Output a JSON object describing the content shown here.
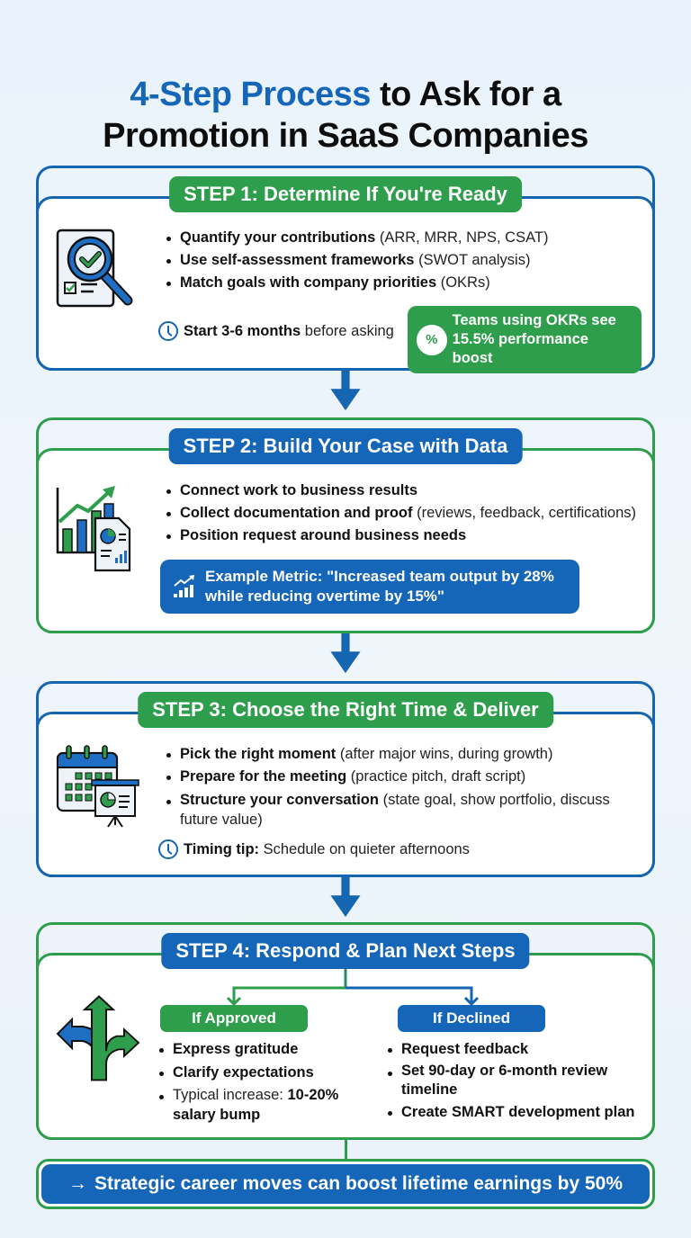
{
  "title": {
    "accent": "4-Step Process",
    "rest_line1": " to Ask for a",
    "line2": "Promotion in SaaS Companies"
  },
  "colors": {
    "blue": "#1565b8",
    "green": "#2e9e4c",
    "background": "#eaf3fb"
  },
  "steps": [
    {
      "label": "STEP 1: Determine If You're Ready",
      "icon": "magnifier-checklist-icon",
      "bullets": [
        {
          "bold": "Quantify your contributions",
          "light": " (ARR, MRR, NPS, CSAT)"
        },
        {
          "bold": "Use self-assessment frameworks",
          "light": " (SWOT analysis)"
        },
        {
          "bold": "Match goals with company priorities",
          "light": " (OKRs)"
        }
      ],
      "note": {
        "icon": "clock-icon",
        "bold": "Start 3-6 months",
        "light": " before asking"
      },
      "stat": {
        "icon": "percent-badge-icon",
        "line1": "Teams using OKRs see",
        "line2": "15.5% performance boost"
      }
    },
    {
      "label": "STEP 2: Build Your Case with Data",
      "icon": "growth-chart-report-icon",
      "bullets": [
        {
          "bold": "Connect work to business results",
          "light": ""
        },
        {
          "bold": "Collect documentation and proof",
          "light": " (reviews, feedback, certifications)"
        },
        {
          "bold": "Position request around business needs",
          "light": ""
        }
      ],
      "metric": {
        "icon": "trend-bars-icon",
        "line1": "Example Metric: \"Increased team output by 28%",
        "line2": "while reducing overtime by 15%\""
      }
    },
    {
      "label": "STEP 3: Choose the Right Time & Deliver",
      "icon": "calendar-presentation-icon",
      "bullets": [
        {
          "bold": "Pick the right moment",
          "light": " (after major wins, during growth)"
        },
        {
          "bold": "Prepare for the meeting",
          "light": " (practice pitch, draft script)"
        },
        {
          "bold": "Structure your conversation",
          "light": " (state goal, show portfolio, discuss future value)"
        }
      ],
      "note": {
        "icon": "clock-icon",
        "bold": "Timing tip:",
        "light": " Schedule on quieter afternoons"
      }
    },
    {
      "label": "STEP 4: Respond & Plan Next Steps",
      "icon": "split-arrows-icon",
      "approved": {
        "label": "If Approved",
        "items": [
          {
            "light": "",
            "bold": "Express gratitude"
          },
          {
            "light": "",
            "bold": "Clarify expectations"
          },
          {
            "light": "Typical increase: ",
            "bold": "10-20% salary bump"
          }
        ]
      },
      "declined": {
        "label": "If Declined",
        "items": [
          {
            "bold": "Request feedback"
          },
          {
            "bold": "Set 90-day or 6-month review timeline"
          },
          {
            "bold": "Create SMART development plan"
          }
        ]
      }
    }
  ],
  "footer": {
    "arrow": "→",
    "text": "Strategic career moves can boost lifetime earnings by 50%"
  }
}
